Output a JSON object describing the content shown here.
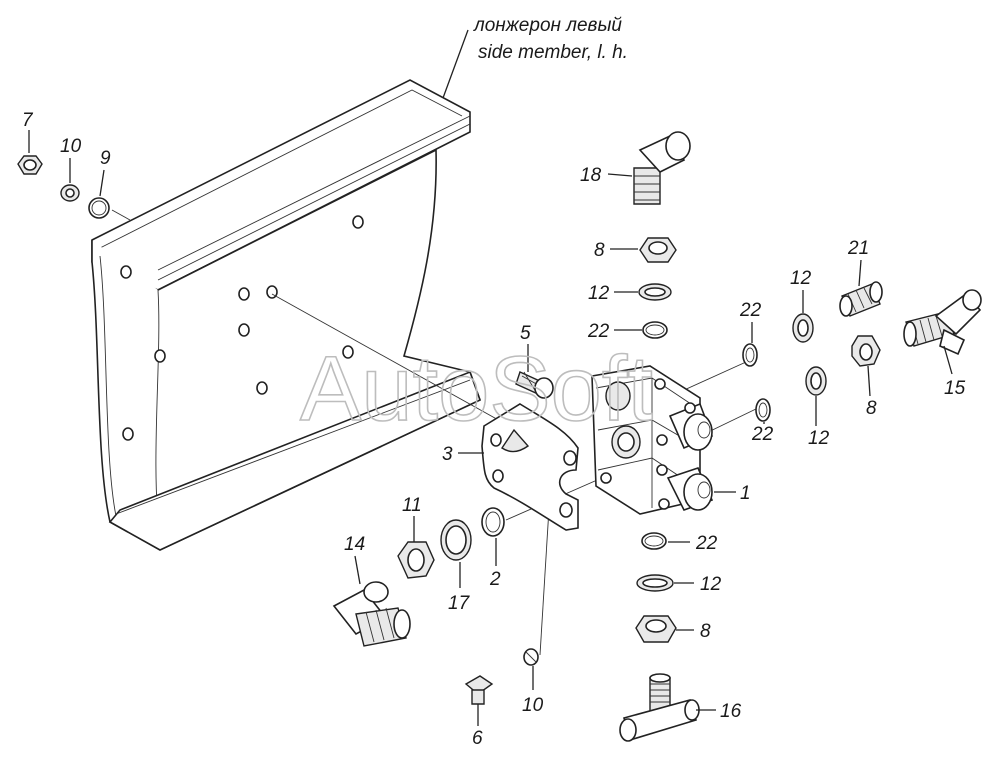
{
  "title": {
    "line1": "лонжерон левый",
    "line2": "side member, l. h."
  },
  "watermark": "AutoSoft",
  "colors": {
    "ink": "#222222",
    "watermark": "#bdbdbd",
    "background": "#ffffff"
  },
  "callouts": {
    "c7": "7",
    "c10a": "10",
    "c9": "9",
    "c18": "18",
    "c8a": "8",
    "c12a": "12",
    "c22a": "22",
    "c5": "5",
    "c3": "3",
    "c22b": "22",
    "c22c": "22",
    "c1": "1",
    "c22d": "22",
    "c12b": "12",
    "c12c": "12",
    "c21": "21",
    "c8b": "8",
    "c15": "15",
    "c11": "11",
    "c17": "17",
    "c2": "2",
    "c14": "14",
    "c12d": "12",
    "c8c": "8",
    "c6": "6",
    "c10b": "10",
    "c16": "16"
  }
}
